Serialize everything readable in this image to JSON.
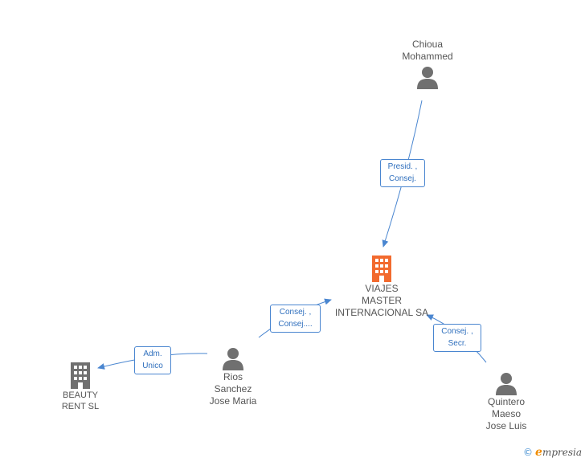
{
  "nodes": {
    "chioua": {
      "lines": [
        "Chioua",
        "Mohammed"
      ],
      "type": "person"
    },
    "viajes": {
      "lines": [
        "VIAJES",
        "MASTER",
        "INTERNACIONAL SA"
      ],
      "type": "company",
      "color": "#f26a2e"
    },
    "beauty": {
      "lines": [
        "BEAUTY",
        "RENT SL"
      ],
      "type": "company",
      "color": "#707070"
    },
    "rios": {
      "lines": [
        "Rios",
        "Sanchez",
        "Jose Maria"
      ],
      "type": "person"
    },
    "quintero": {
      "lines": [
        "Quintero",
        "Maeso",
        "Jose Luis"
      ],
      "type": "person"
    }
  },
  "relations": {
    "chioua_viajes": [
      "Presid. ,",
      "Consej."
    ],
    "rios_viajes": [
      "Consej. ,",
      "Consej...."
    ],
    "rios_beauty": [
      "Adm.",
      "Unico"
    ],
    "quintero_viajes": [
      "Consej. ,",
      "Secr."
    ]
  },
  "colors": {
    "edge": "#4a86d0",
    "person": "#707070"
  },
  "footer": {
    "copyright": "©",
    "brand_initial": "e",
    "brand_rest": "mpresia"
  }
}
